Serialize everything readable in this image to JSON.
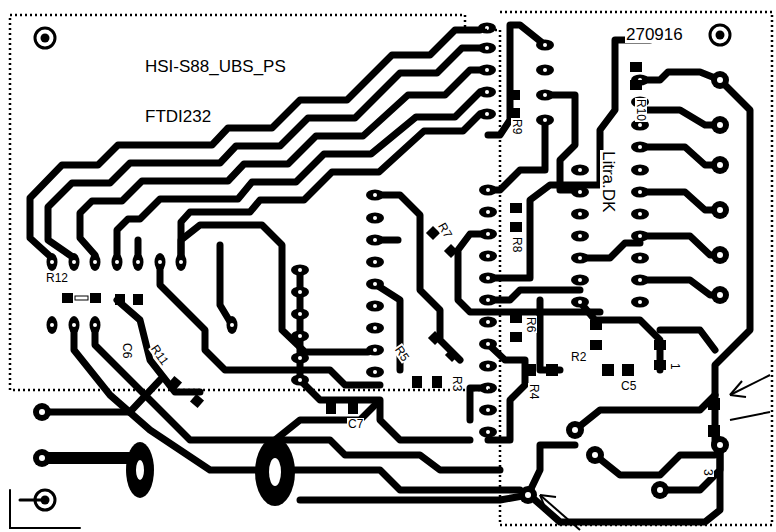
{
  "diagram": {
    "nodes": [
      {
        "text": [
          "HSI-S88_UBS_PS",
          "FTDI232"
        ]
      }
    ],
    "labels": [
      "270916",
      "R10",
      "R9",
      "Litra.DK",
      "R12",
      "R7",
      "R8",
      "C6",
      "R11",
      "R6",
      "R5",
      "R3",
      "R4",
      "R2",
      "C5",
      "C7",
      "1",
      "3"
    ]
  }
}
